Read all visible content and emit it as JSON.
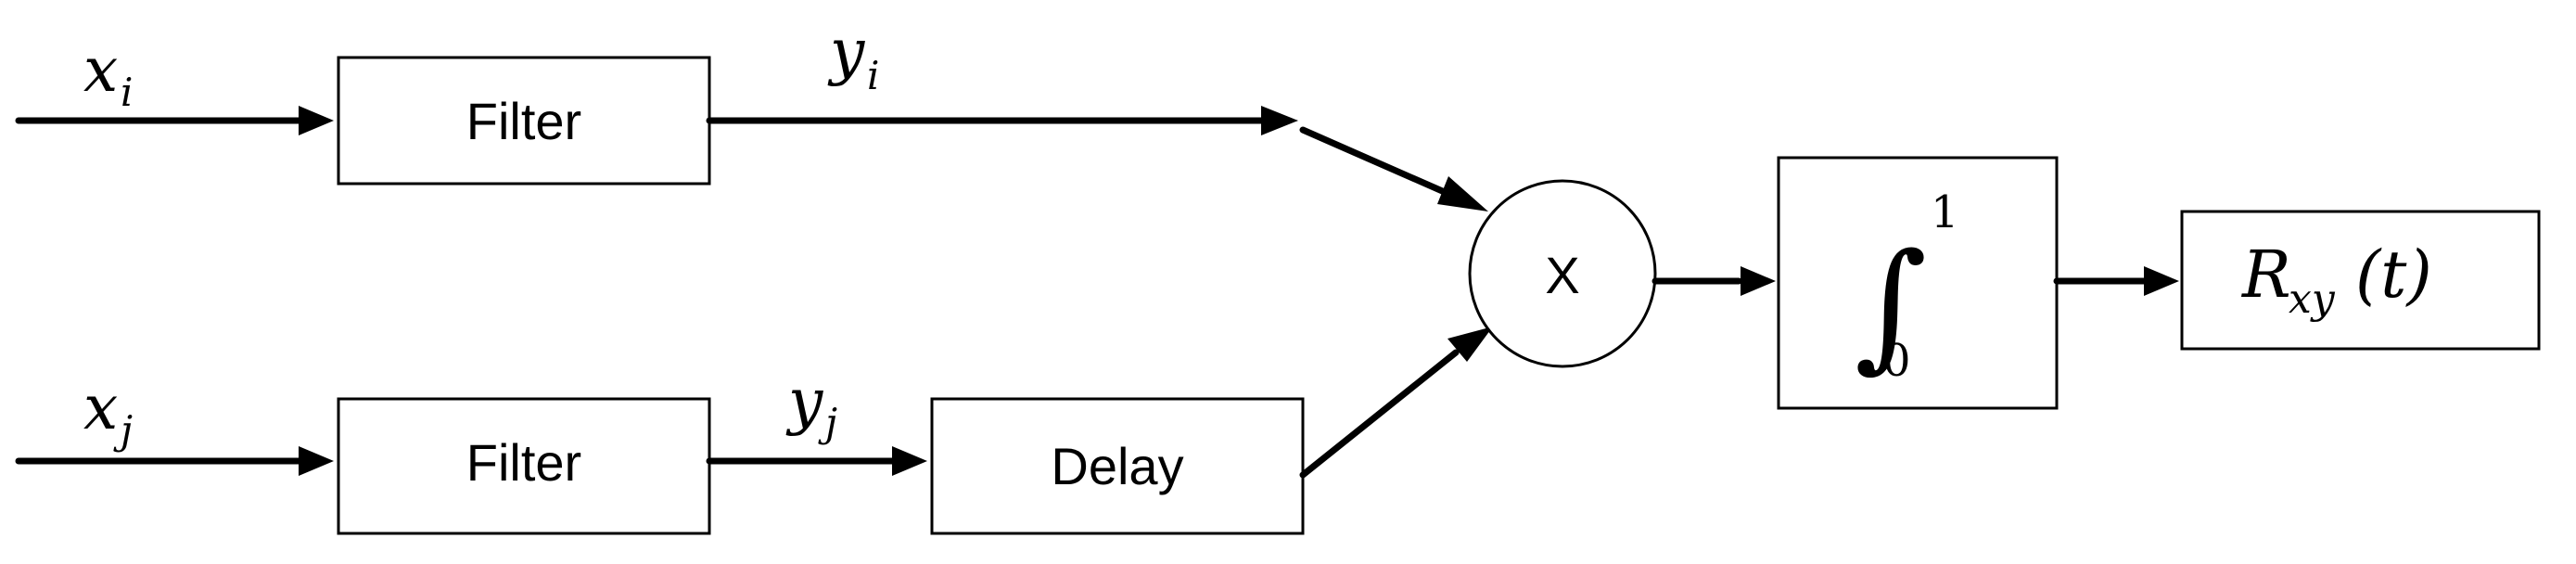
{
  "signals": {
    "x_i": {
      "base": "x",
      "sub": "i"
    },
    "x_j": {
      "base": "x",
      "sub": "j"
    },
    "y_i": {
      "base": "y",
      "sub": "i"
    },
    "y_j": {
      "base": "y",
      "sub": "j"
    }
  },
  "blocks": {
    "filter_top": "Filter",
    "filter_bottom": "Filter",
    "delay": "Delay",
    "multiplier": "X",
    "integral": {
      "symbol": "∫",
      "upper": "1",
      "lower": "0"
    },
    "output": {
      "base": "R",
      "sub": "xy",
      "arg": "(t)"
    }
  }
}
